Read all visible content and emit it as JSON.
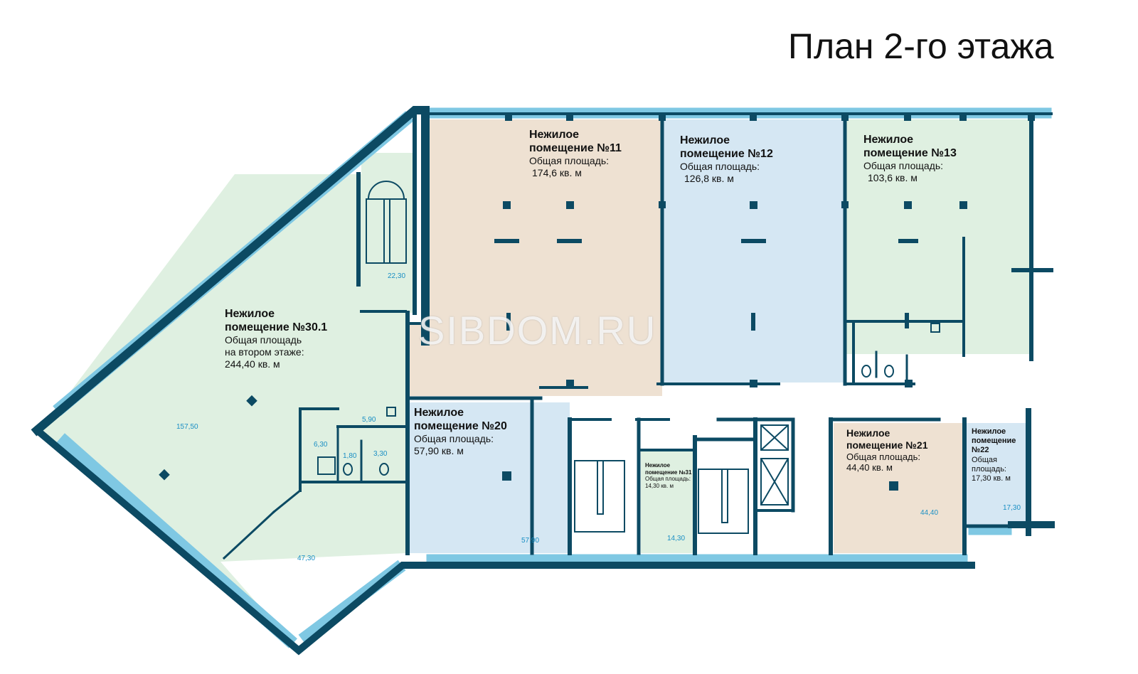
{
  "title": "План 2-го этажа",
  "watermark": "SIBDOM.RU",
  "colors": {
    "wall": "#0c4a63",
    "window": "#7fc8e3",
    "green": "#dff0e1",
    "peach": "#eee1d2",
    "blue": "#d5e7f3",
    "corridor": "#ffffff",
    "area_text": "#1a8fc4"
  },
  "rooms": [
    {
      "id": "11",
      "name": "Нежилое",
      "name2": "помещение №11",
      "area_label": "Общая площадь:",
      "area": "174,6  кв. м"
    },
    {
      "id": "12",
      "name": "Нежилое",
      "name2": "помещение №12",
      "area_label": "Общая площадь:",
      "area": "126,8 кв. м"
    },
    {
      "id": "13",
      "name": "Нежилое",
      "name2": "помещение №13",
      "area_label": "Общая площадь:",
      "area": "103,6 кв. м"
    },
    {
      "id": "30.1",
      "name": "Нежилое",
      "name2": "помещение №30.1",
      "area_label": "Общая площадь",
      "area_label2": "на втором этаже:",
      "area": "244,40 кв. м"
    },
    {
      "id": "20",
      "name": "Нежилое",
      "name2": "помещение №20",
      "area_label": "Общая площадь:",
      "area": "57,90 кв. м"
    },
    {
      "id": "21",
      "name": "Нежилое",
      "name2": "помещение №21",
      "area_label": "Общая площадь:",
      "area": "44,40 кв. м"
    },
    {
      "id": "22",
      "name": "Нежилое",
      "name2": "помещение",
      "name3": "№22",
      "area_label": "Общая",
      "area_label2": "площадь:",
      "area": "17,30 кв. м"
    },
    {
      "id": "31",
      "name": "Нежилое",
      "name2": "помещение №31",
      "area_label": "Общая площадь:",
      "area": "14,30 кв. м"
    }
  ],
  "sub_areas": [
    "22,30",
    "157,50",
    "5,90",
    "6,30",
    "1,80",
    "3,30",
    "47,30",
    "57,90",
    "14,30",
    "44,40",
    "17,30"
  ]
}
